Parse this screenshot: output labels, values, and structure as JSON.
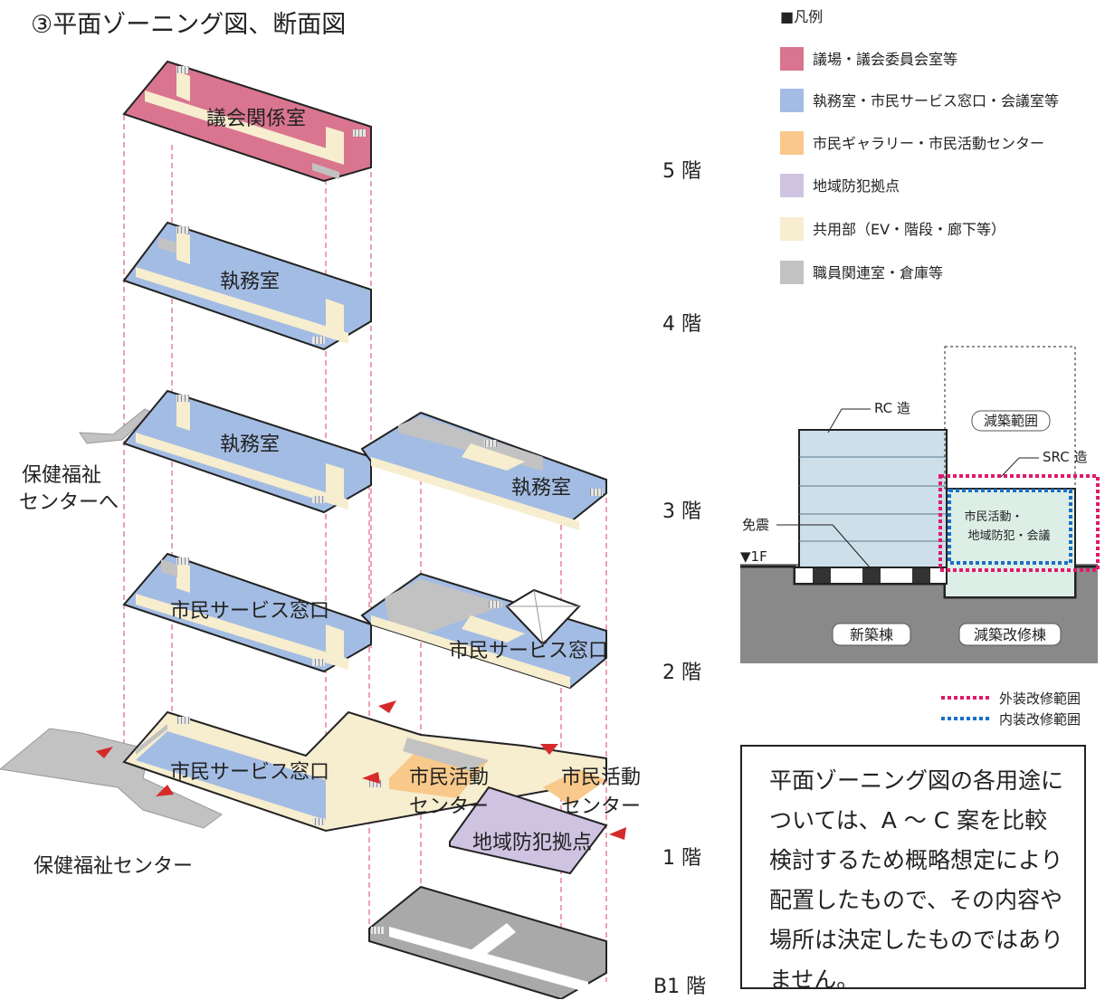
{
  "title": "③平面ゾーニング図、断面図",
  "floors": [
    {
      "name": "5階",
      "text": "5 階"
    },
    {
      "name": "4階",
      "text": "4 階"
    },
    {
      "name": "3階",
      "text": "3 階"
    },
    {
      "name": "2階",
      "text": "2 階"
    },
    {
      "name": "1階",
      "text": "1 階"
    },
    {
      "name": "B1階",
      "text": "B1 階"
    }
  ],
  "rooms": {
    "f5_main": "議会関係室",
    "f4_main": "執務室",
    "f3_left": "執務室",
    "f3_right": "執務室",
    "f2_left": "市民サービス窓口",
    "f2_right": "市民サービス窓口",
    "f1_left": "市民サービス窓口",
    "f1_center_a": "市民活動",
    "f1_center_b": "センター",
    "f1_right_a": "市民活動",
    "f1_right_b": "センター",
    "f1_crime": "地域防犯拠点"
  },
  "left_labels": {
    "to_center_line1": "保健福祉",
    "to_center_line2": "センターへ",
    "center": "保健福祉センター"
  },
  "legend": {
    "title": "■凡例",
    "items": [
      {
        "label": "議場・議会委員会室等",
        "color": "#d9758f"
      },
      {
        "label": "執務室・市民サービス窓口・会議室等",
        "color": "#a3bce3"
      },
      {
        "label": "市民ギャラリー・市民活動センター",
        "color": "#f8c98b"
      },
      {
        "label": "地域防犯拠点",
        "color": "#cfc3e2"
      },
      {
        "label": "共用部（EV・階段・廊下等）",
        "color": "#f7edcf"
      },
      {
        "label": "職員関連室・倉庫等",
        "color": "#c2c2c2"
      }
    ]
  },
  "section": {
    "rc": "RC 造",
    "src": "SRC 造",
    "genchiku_range": "減築範囲",
    "isolation": "免震",
    "level_1f": "▼1F",
    "inner_line1": "市民活動・",
    "inner_line2": "地域防犯・会議",
    "new_building": "新築棟",
    "renovated_building": "減築改修棟",
    "legend_exterior": "外装改修範囲",
    "legend_interior": "内装改修範囲",
    "exterior_color": "#e0196b",
    "interior_color": "#1b6fc4"
  },
  "note": "平面ゾーニング図の各用途については、A ～ C 案を比較検討するため概略想定により配置したもので、その内容や場所は決定したものではありません。"
}
